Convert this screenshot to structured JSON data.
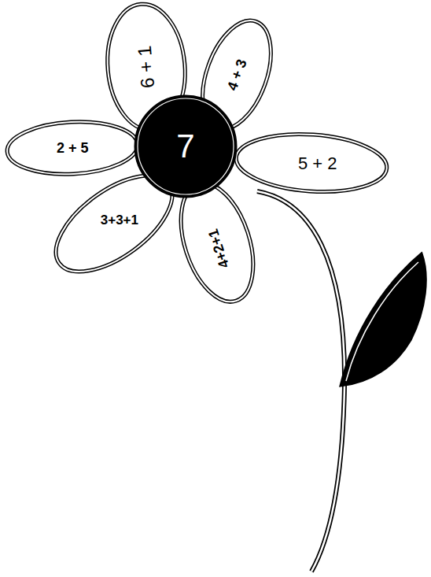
{
  "diagram": {
    "nodes": [
      {
        "text": [
          "6 + 1"
        ]
      },
      {
        "text": [
          "4 + 3"
        ]
      },
      {
        "text": [
          "2 + 5"
        ]
      },
      {
        "text": [
          "7"
        ]
      },
      {
        "text": [
          "5 + 2"
        ]
      },
      {
        "text": [
          "3+3+1"
        ]
      },
      {
        "text": [
          "4+2+1"
        ]
      }
    ]
  }
}
